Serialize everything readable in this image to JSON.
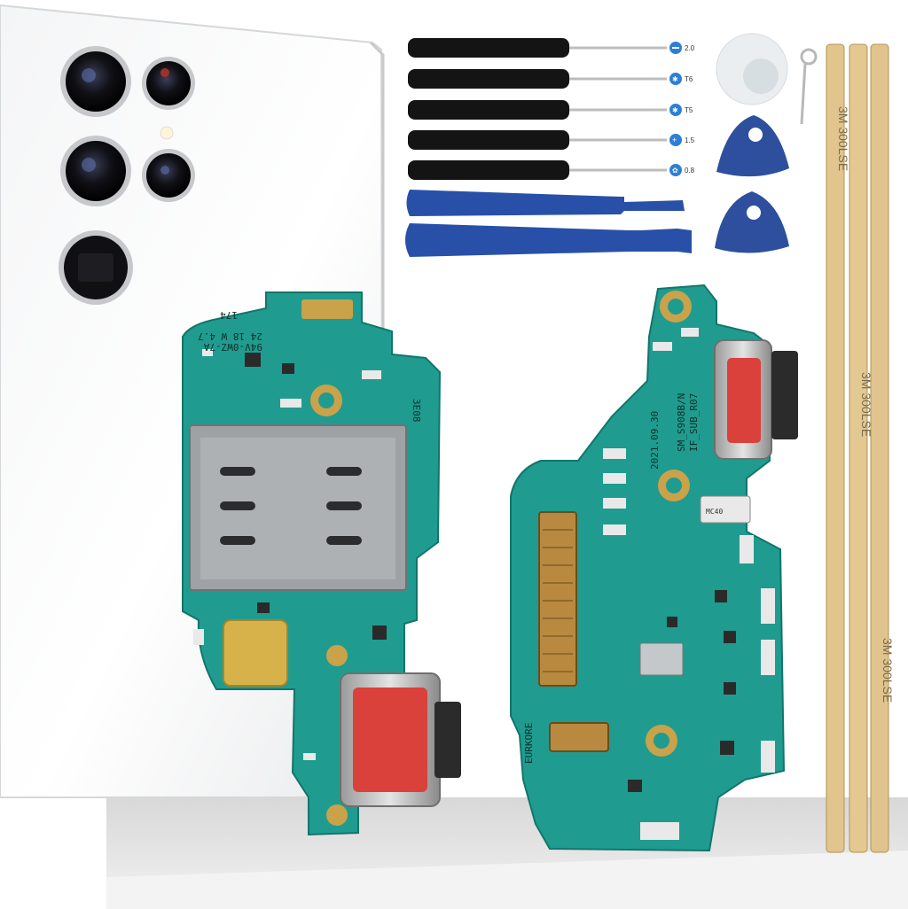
{
  "screwdrivers": [
    {
      "size": "2.0",
      "tip": "flat"
    },
    {
      "size": "T6",
      "tip": "torx"
    },
    {
      "size": "T5",
      "tip": "torx"
    },
    {
      "size": "1.5",
      "tip": "phillips"
    },
    {
      "size": "0.8",
      "tip": "pentalobe"
    }
  ],
  "pcb_left_text": {
    "line1": "174",
    "line2": "94V-0WZ-7A",
    "line3": "24 18 W 4.7",
    "line4": "3E08"
  },
  "pcb_right_text": {
    "line1": "2021.09.30",
    "line2": "SM_S908B/N",
    "line3": "IF_SUB_R07",
    "line4": "EURKORE"
  },
  "tape_text": "3M 300LSE",
  "colors": {
    "pcb": "#1f9c8f",
    "pcb_dark": "#13756b",
    "tool_blue": "#2850a8",
    "gold": "#c9a24a",
    "tape": "#e2c48f"
  }
}
